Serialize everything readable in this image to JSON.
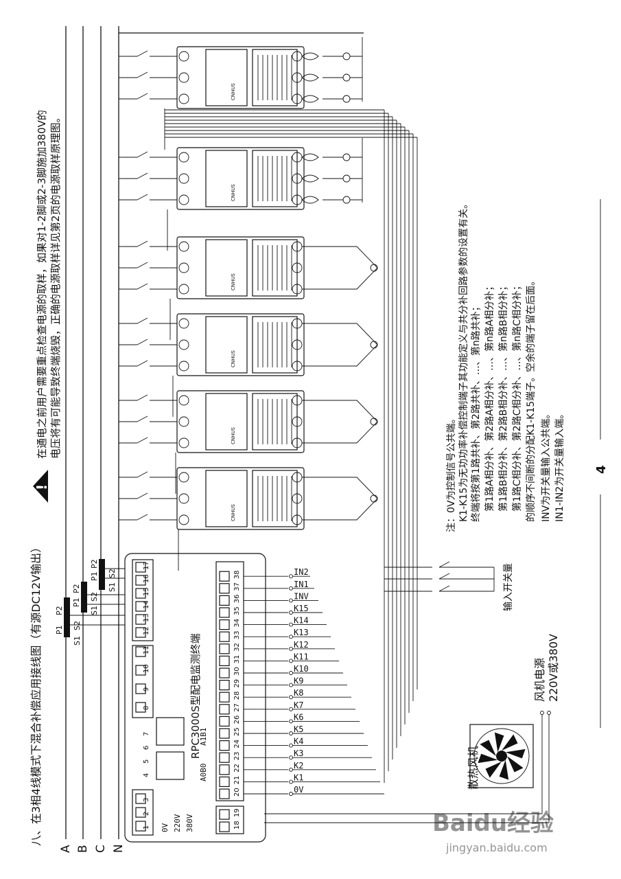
{
  "section_title": "八、在3相4线模式下混合补偿应用接线图（有源DC12V输出）",
  "warning": {
    "line1": "在通电之前用户需要重点检查电源的取样，如果对1-2脚或2-3脚施加380V的",
    "line2": "电压将有可能导致终端烧毁，正确的电源取样详见第2页的电源取样原理图。"
  },
  "phases": [
    "A",
    "B",
    "C",
    "N"
  ],
  "ct_labels": {
    "p1": "P1",
    "p2": "P2",
    "s1": "S1",
    "s2": "S2"
  },
  "terminal_unit": {
    "title": "RPC3000S型配电监测终端",
    "top_terminals": [
      "1",
      "2",
      "3",
      "4",
      "5",
      "6",
      "7",
      "8",
      "9",
      "10",
      "11",
      "12",
      "13",
      "14",
      "15",
      "16",
      "17"
    ],
    "bottom_terminals": [
      "18",
      "19",
      "20",
      "21",
      "22",
      "23",
      "24",
      "25",
      "26",
      "27",
      "28",
      "29",
      "30",
      "31",
      "32",
      "33",
      "34",
      "35",
      "36",
      "37",
      "38"
    ],
    "power_labels": [
      "0V",
      "220V",
      "380V"
    ],
    "port_a0b0": "A0B0",
    "port_a1b1": "A1B1"
  },
  "signal_labels": [
    "0V",
    "K1",
    "K2",
    "K3",
    "K4",
    "K5",
    "K6",
    "K7",
    "K8",
    "K9",
    "K10",
    "K11",
    "K12",
    "K13",
    "K14",
    "K15",
    "INV",
    "IN1",
    "IN2"
  ],
  "switch_input_label": "输入开关量",
  "fan_label": "散热风机",
  "fan_power": {
    "line1": "风机电源",
    "line2": "220V或380V"
  },
  "module_brand": "CNHUS",
  "notes": [
    "注：0V为控制信号公共端。",
    "K1-K15为无功功率补偿控制端子其功能定义与共分补回路参数的设置有关。",
    "终端将按第1路共补、第2路共补、…、第n路共补；",
    "第1路A相分补、第2路A相分补、…、第n路A相分补；",
    "第1路B相分补、第2路B相分补、…、第n路B相分补；",
    "第1路C相分补、第2路C相分补、…、第n路C相分补；",
    "的顺序不间断的分配K1-K15端子。空余的端子留在后面。",
    "INV为开关量输入公共端。",
    "IN1-IN2为开关量输入端。"
  ],
  "page_number": "4",
  "watermark": {
    "main": "Baidu经验",
    "url": "jingyan.baidu.com"
  }
}
